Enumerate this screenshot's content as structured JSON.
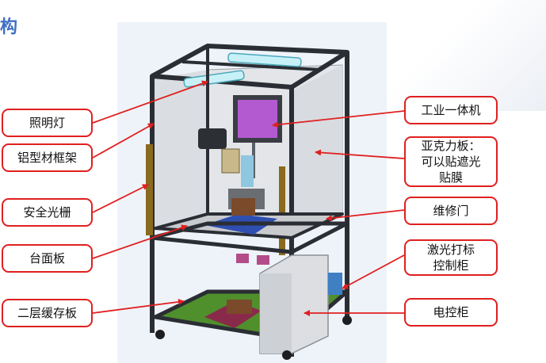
{
  "title": "构",
  "labels": {
    "lighting": "照明灯",
    "aluminum_frame": "铝型材框架",
    "safety_grating": "安全光栅",
    "table_plate": "台面板",
    "second_layer_buffer": "二层缓存板",
    "industrial_pc": "工业一体机",
    "acrylic_board": "亚克力板：\n可以贴遮光\n贴膜",
    "maintenance_door": "维修门",
    "laser_marking_cabinet": "激光打标\n控制柜",
    "electric_cabinet": "电控柜"
  },
  "colors": {
    "title": "#3f6fc4",
    "callout_border": "#e02020",
    "arrow": "#e02020",
    "frame": "#2a2e34",
    "screen": "#b45ad0",
    "table_blue": "#2f4fb0",
    "shelf_green": "#4f8f2c",
    "safety_bar": "#8a6a1e"
  }
}
